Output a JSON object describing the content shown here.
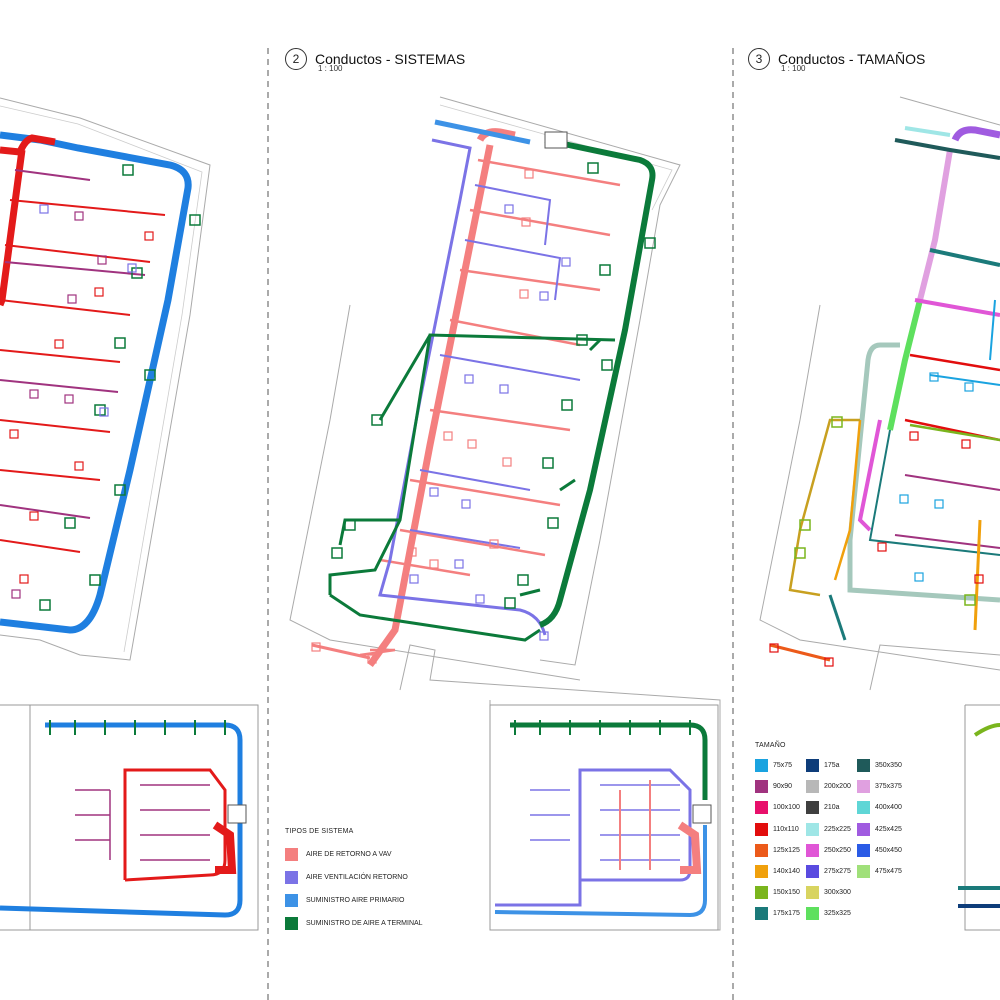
{
  "views": [
    {
      "number": "2",
      "title": "Conductos - SISTEMAS",
      "scale": "1 : 100"
    },
    {
      "number": "3",
      "title": "Conductos - TAMAÑOS",
      "scale": "1 : 100"
    }
  ],
  "systems_legend": {
    "title": "TIPOS DE SISTEMA",
    "items": [
      {
        "label": "AIRE DE RETORNO A VAV",
        "color": "#f47f7f"
      },
      {
        "label": "AIRE VENTILACIÓN RETORNO",
        "color": "#7b73e6"
      },
      {
        "label": "SUMINISTRO AIRE PRIMARIO",
        "color": "#3d92e6"
      },
      {
        "label": "SUMINISTRO DE AIRE A TERMINAL",
        "color": "#0b7a3a"
      }
    ]
  },
  "sizes_legend": {
    "title": "TAMAÑO",
    "items": [
      {
        "label": "75x75",
        "color": "#1aa3e0"
      },
      {
        "label": "90x90",
        "color": "#a0337f"
      },
      {
        "label": "100x100",
        "color": "#e8106b"
      },
      {
        "label": "110x110",
        "color": "#e20d0d"
      },
      {
        "label": "125x125",
        "color": "#ec5a1a"
      },
      {
        "label": "140x140",
        "color": "#f0a00c"
      },
      {
        "label": "150x150",
        "color": "#7ab51d"
      },
      {
        "label": "175x175",
        "color": "#1b7a7a"
      },
      {
        "label": "175a",
        "color": "#0e3d7a"
      },
      {
        "label": "200x200",
        "color": "#b8b8b8"
      },
      {
        "label": "210a",
        "color": "#3f3f3f"
      },
      {
        "label": "225x225",
        "color": "#9fe6e6"
      },
      {
        "label": "250x250",
        "color": "#e056d6"
      },
      {
        "label": "275x275",
        "color": "#5a4be0"
      },
      {
        "label": "300x300",
        "color": "#d8d460"
      },
      {
        "label": "325x325",
        "color": "#5ee05e"
      },
      {
        "label": "350x350",
        "color": "#1f5a5a"
      },
      {
        "label": "375x375",
        "color": "#e0a0e0"
      },
      {
        "label": "400x400",
        "color": "#5fd6d6"
      },
      {
        "label": "425x425",
        "color": "#a05be0"
      },
      {
        "label": "450x450",
        "color": "#2a5be6"
      },
      {
        "label": "475x475",
        "color": "#a0e07a"
      }
    ]
  }
}
